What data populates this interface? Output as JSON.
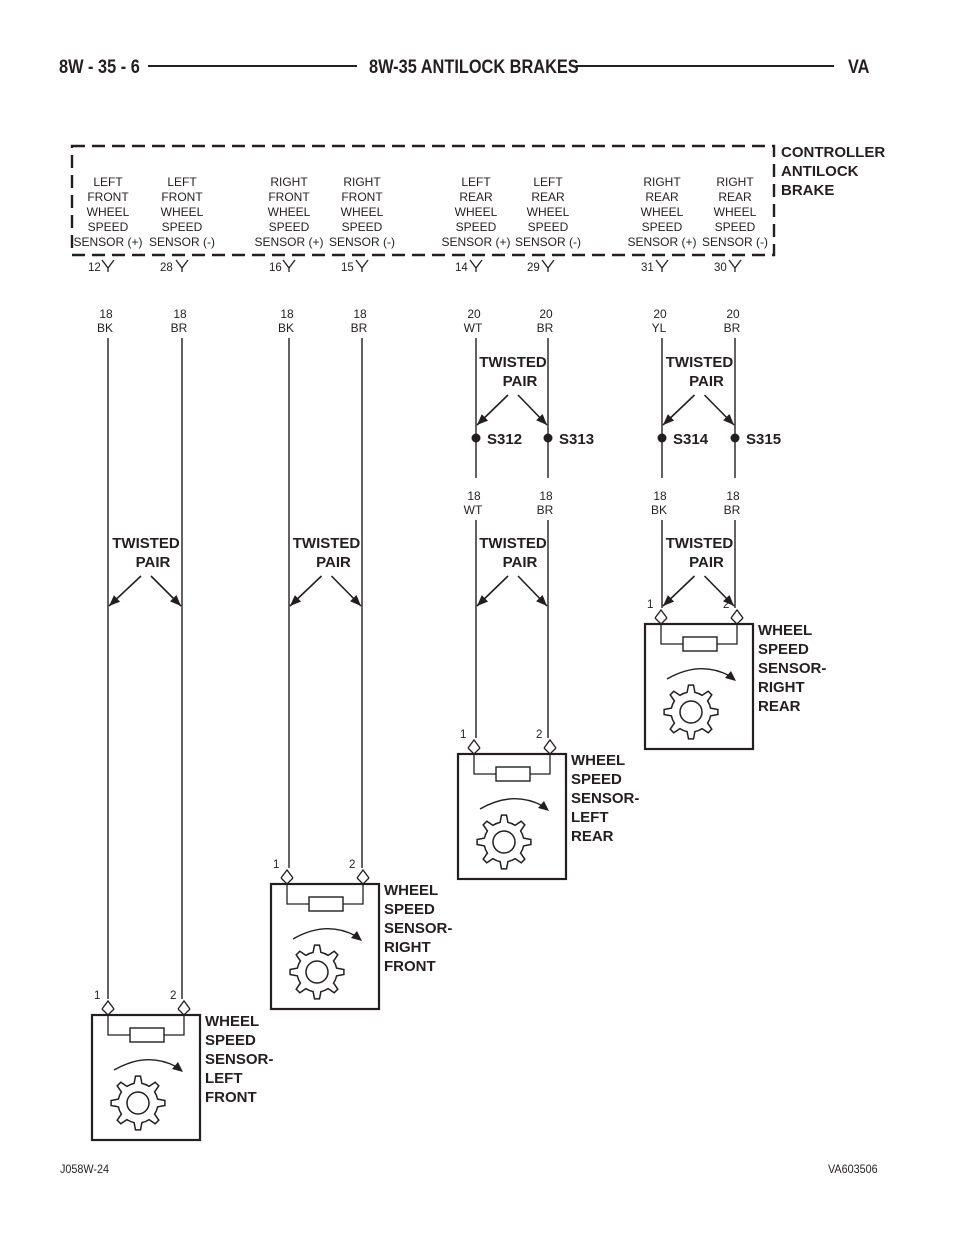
{
  "header": {
    "page_number": "8W - 35 - 6",
    "section_title": "8W-35 ANTILOCK BRAKES",
    "model": "VA"
  },
  "footer": {
    "left_code": "J058W-24",
    "right_code": "VA603506"
  },
  "controller": {
    "name_lines": [
      "CONTROLLER",
      "ANTILOCK",
      "BRAKE"
    ],
    "pins": [
      {
        "label": [
          "LEFT",
          "FRONT",
          "WHEEL",
          "SPEED",
          "SENSOR (+)"
        ],
        "cavity": "12",
        "wire": [
          "18",
          "BK"
        ]
      },
      {
        "label": [
          "LEFT",
          "FRONT",
          "WHEEL",
          "SPEED",
          "SENSOR (-)"
        ],
        "cavity": "28",
        "wire": [
          "18",
          "BR"
        ]
      },
      {
        "label": [
          "RIGHT",
          "FRONT",
          "WHEEL",
          "SPEED",
          "SENSOR (+)"
        ],
        "cavity": "16",
        "wire": [
          "18",
          "BK"
        ]
      },
      {
        "label": [
          "RIGHT",
          "FRONT",
          "WHEEL",
          "SPEED",
          "SENSOR (-)"
        ],
        "cavity": "15",
        "wire": [
          "18",
          "BR"
        ]
      },
      {
        "label": [
          "LEFT",
          "REAR",
          "WHEEL",
          "SPEED",
          "SENSOR (+)"
        ],
        "cavity": "14",
        "wire": [
          "20",
          "WT"
        ]
      },
      {
        "label": [
          "LEFT",
          "REAR",
          "WHEEL",
          "SPEED",
          "SENSOR (-)"
        ],
        "cavity": "29",
        "wire": [
          "20",
          "BR"
        ]
      },
      {
        "label": [
          "RIGHT",
          "REAR",
          "WHEEL",
          "SPEED",
          "SENSOR (+)"
        ],
        "cavity": "31",
        "wire": [
          "20",
          "YL"
        ]
      },
      {
        "label": [
          "RIGHT",
          "REAR",
          "WHEEL",
          "SPEED",
          "SENSOR (-)"
        ],
        "cavity": "30",
        "wire": [
          "20",
          "BR"
        ]
      }
    ]
  },
  "twisted_pair_label": [
    "TWISTED",
    "PAIR"
  ],
  "splices": [
    {
      "id": "S312",
      "wire_after": [
        "18",
        "WT"
      ]
    },
    {
      "id": "S313",
      "wire_after": [
        "18",
        "BR"
      ]
    },
    {
      "id": "S314",
      "wire_after": [
        "18",
        "BK"
      ]
    },
    {
      "id": "S315",
      "wire_after": [
        "18",
        "BR"
      ]
    }
  ],
  "sensors": [
    {
      "name_lines": [
        "WHEEL",
        "SPEED",
        "SENSOR-",
        "LEFT",
        "FRONT"
      ],
      "pins": [
        "1",
        "2"
      ]
    },
    {
      "name_lines": [
        "WHEEL",
        "SPEED",
        "SENSOR-",
        "RIGHT",
        "FRONT"
      ],
      "pins": [
        "1",
        "2"
      ]
    },
    {
      "name_lines": [
        "WHEEL",
        "SPEED",
        "SENSOR-",
        "LEFT",
        "REAR"
      ],
      "pins": [
        "1",
        "2"
      ]
    },
    {
      "name_lines": [
        "WHEEL",
        "SPEED",
        "SENSOR-",
        "RIGHT",
        "REAR"
      ],
      "pins": [
        "1",
        "2"
      ]
    }
  ]
}
